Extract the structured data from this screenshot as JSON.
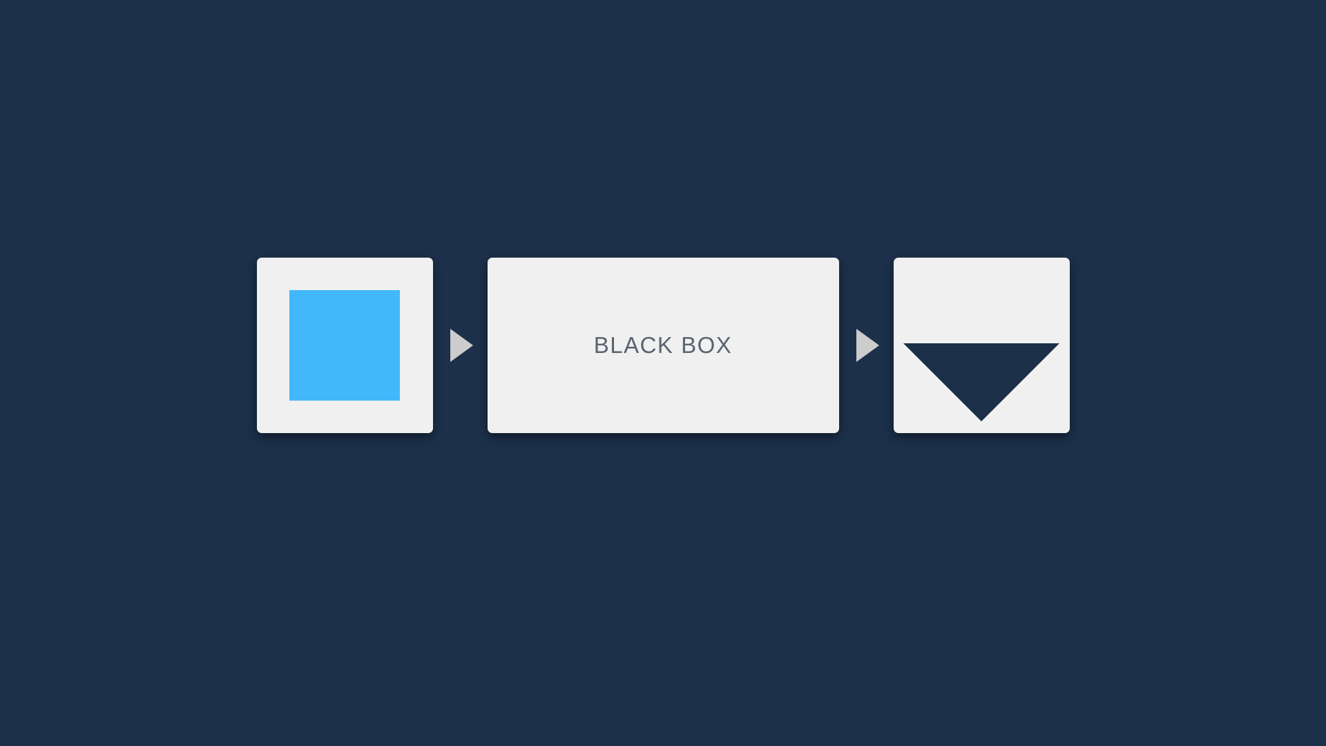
{
  "diagram": {
    "process_label": "BLACK BOX",
    "nodes": [
      {
        "id": "input",
        "shape": "square",
        "description": "blue input square",
        "color_key": "input_blue"
      },
      {
        "id": "process",
        "shape": "rectangle",
        "label": "BLACK BOX",
        "color_key": "card"
      },
      {
        "id": "output",
        "shape": "triangle-down",
        "description": "navy output triangle",
        "color_key": "triangle_navy"
      }
    ],
    "connectors": [
      {
        "from": "input",
        "to": "process",
        "icon": "arrow-right-icon"
      },
      {
        "from": "process",
        "to": "output",
        "icon": "arrow-right-icon"
      }
    ]
  },
  "colors": {
    "background": "#1c304a",
    "card": "#f0f0f0",
    "input_blue": "#42b8fa",
    "arrow_gray": "#cccccc",
    "label_gray": "#5b6370",
    "triangle_navy": "#1c304a"
  }
}
